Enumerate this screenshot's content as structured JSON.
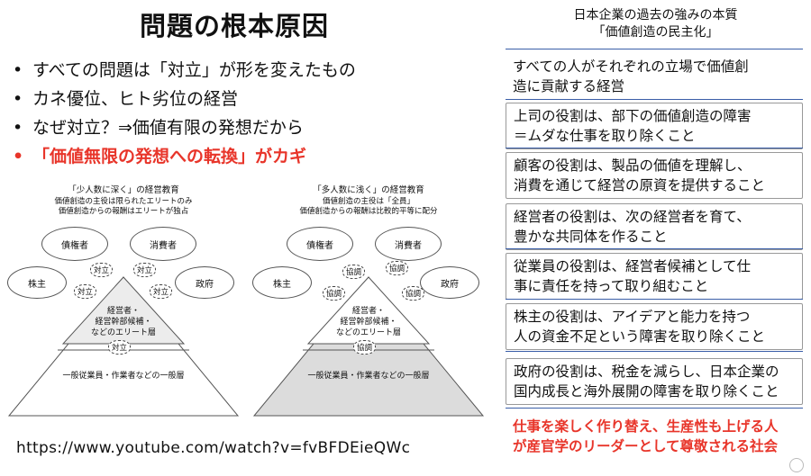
{
  "title": "問題の根本原因",
  "bullets": [
    {
      "text": "すべての問題は「対立」が形を変えたもの"
    },
    {
      "text": "カネ優位、ヒト劣位の経営"
    },
    {
      "text": "なぜ対立？⇒価値有限の発想だから"
    },
    {
      "text": "「価値無限の発想への転換」がカギ"
    }
  ],
  "left_diagram": {
    "title": "「少人数に深く」の経営教育",
    "sub1": "価値創造の主役は限られたエリートのみ",
    "sub2": "価値創造からの報酬はエリートが独占",
    "creditor": "債権者",
    "consumer": "消費者",
    "shareholder": "株主",
    "government": "政府",
    "conflict_a": "対立",
    "conflict_b": "対立",
    "conflict_c": "対立",
    "conflict_d": "対立",
    "top_label_1": "経営者・",
    "top_label_2": "経営幹部候補・",
    "top_label_3": "などのエリート層",
    "bottom_label": "一般従業員・作業者などの一般層"
  },
  "right_diagram": {
    "title": "「多人数に浅く」の経営教育",
    "sub1": "価値創造の主役は「全員」",
    "sub2": "価値創造からの報酬は比較的平等に配分",
    "creditor": "債権者",
    "consumer": "消費者",
    "shareholder": "株主",
    "government": "政府",
    "coop_a": "協調",
    "coop_b": "協調",
    "coop_c": "協調",
    "coop_d": "協調",
    "coop_e": "協調",
    "top_label_1": "経営者・",
    "top_label_2": "経営幹部候補・",
    "top_label_3": "などのエリート層",
    "bottom_label": "一般従業員・作業者などの一般層"
  },
  "right_panel": {
    "title_line1": "日本企業の過去の強みの本質",
    "title_line2": "「価値創造の民主化」",
    "items": [
      {
        "line1": "すべての人がそれぞれの立場で価値創",
        "line2": "造に貢献する経営"
      },
      {
        "line1": "上司の役割は、部下の価値創造の障害",
        "line2": "＝ムダな仕事を取り除くこと"
      },
      {
        "line1": "顧客の役割は、製品の価値を理解し、",
        "line2": "消費を通じて経営の原資を提供すること"
      },
      {
        "line1": "経営者の役割は、次の経営者を育て、",
        "line2": "豊かな共同体を作ること"
      },
      {
        "line1": "従業員の役割は、経営者候補として仕",
        "line2": "事に責任を持って取り組むこと"
      },
      {
        "line1": "株主の役割は、アイデアと能力を持つ",
        "line2": "人の資金不足という障害を取り除くこと"
      },
      {
        "line1": "政府の役割は、税金を減らし、日本企業の",
        "line2": "国内成長と海外展開の障害を取り除くこと"
      },
      {
        "line1": "仕事を楽しく作り替え、生産性も上げる人",
        "line2": "が産官学のリーダーとして尊敬される社会"
      }
    ]
  },
  "url": "https://www.youtube.com/watch?v=fvBFDEieQWc",
  "colors": {
    "accent_red": "#e8352a",
    "separator_blue": "#3a5ea8"
  }
}
